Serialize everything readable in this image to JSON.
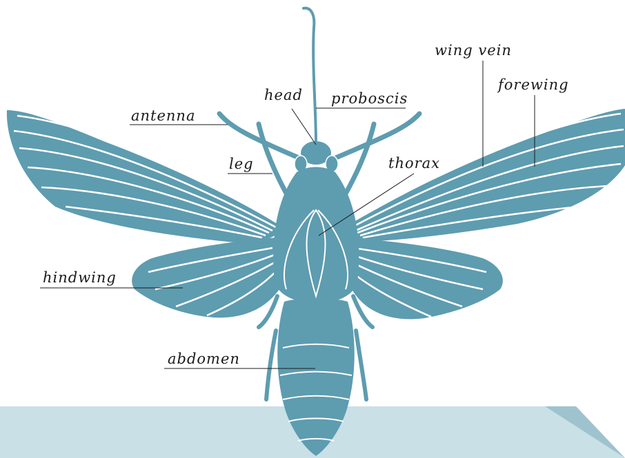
{
  "labels": {
    "antenna": "antenna",
    "head": "head",
    "proboscis": "proboscis",
    "wing_vein": "wing vein",
    "forewing": "forewing",
    "leg": "leg",
    "thorax": "thorax",
    "hindwing": "hindwing",
    "abdomen": "abdomen"
  },
  "colors": {
    "body": "#5e9cb0",
    "vein": "#ffffff",
    "panel": "#c9e0e6",
    "panel_fold": "#9fc3ce",
    "label_line": "#1a1a1a"
  }
}
